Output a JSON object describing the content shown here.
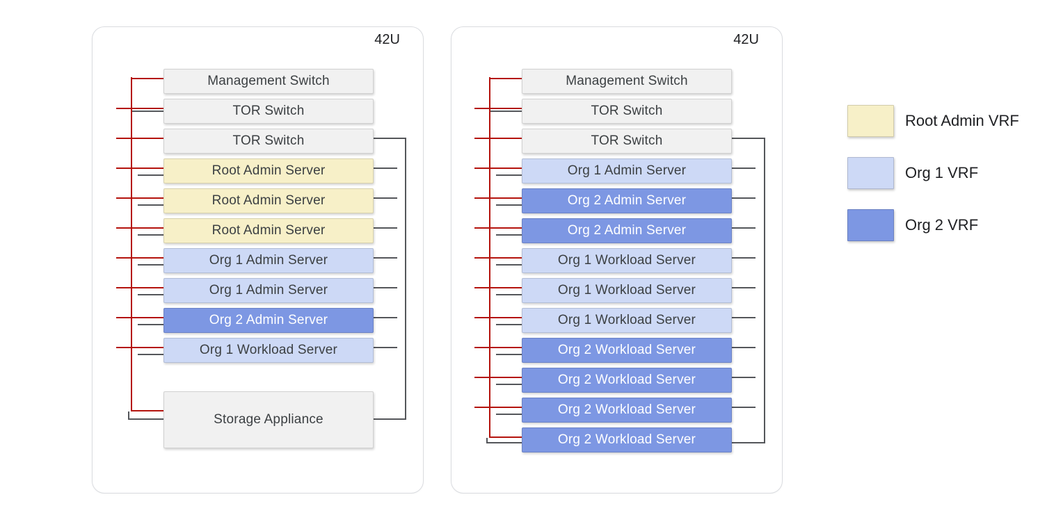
{
  "colors": {
    "root_admin_vrf": "#F7F0C8",
    "org_1_vrf": "#CDD9F6",
    "org_2_vrf": "#7D97E3",
    "device_fill": "#F1F1F1",
    "mgmt_line_red": "#B4130D",
    "data_line_gray": "#54565A",
    "text_dark": "#3C4043",
    "text_light": "#FFFFFF",
    "rack_border": "#DADCE0"
  },
  "legend": {
    "items": [
      {
        "label": "Root Admin VRF",
        "color_key": "root_admin_vrf"
      },
      {
        "label": "Org 1 VRF",
        "color_key": "org_1_vrf"
      },
      {
        "label": "Org 2 VRF",
        "color_key": "org_2_vrf"
      }
    ]
  },
  "racks": [
    {
      "capacity_label": "42U",
      "units": [
        {
          "label": "Management Switch",
          "vrf": "device",
          "conn": {
            "red": "corner-top"
          }
        },
        {
          "label": "TOR Switch",
          "vrf": "device",
          "conn": {
            "red": "cross",
            "grayLeft": "from-trunk"
          }
        },
        {
          "label": "TOR Switch",
          "vrf": "device",
          "conn": {
            "red": "cross",
            "right": "trunk-top"
          }
        },
        {
          "label": "Root Admin Server",
          "vrf": "root_admin",
          "conn": {
            "red": "cross",
            "grayLeft": "stub",
            "right": "stub"
          }
        },
        {
          "label": "Root Admin Server",
          "vrf": "root_admin",
          "conn": {
            "red": "cross",
            "grayLeft": "stub",
            "right": "stub"
          }
        },
        {
          "label": "Root Admin Server",
          "vrf": "root_admin",
          "conn": {
            "red": "cross",
            "grayLeft": "stub",
            "right": "stub"
          }
        },
        {
          "label": "Org 1 Admin Server",
          "vrf": "org1",
          "conn": {
            "red": "cross",
            "grayLeft": "stub",
            "right": "stub"
          }
        },
        {
          "label": "Org 1 Admin Server",
          "vrf": "org1",
          "conn": {
            "red": "cross",
            "grayLeft": "stub",
            "right": "stub"
          }
        },
        {
          "label": "Org 2 Admin Server",
          "vrf": "org2",
          "conn": {
            "red": "cross",
            "grayLeft": "stub",
            "right": "stub"
          }
        },
        {
          "label": "Org 1 Workload Server",
          "vrf": "org1",
          "conn": {
            "red": "cross",
            "grayLeft": "stub",
            "right": "stub"
          }
        },
        {
          "label": "Storage Appliance",
          "vrf": "device",
          "tall": true,
          "conn": {
            "red": "corner-bottom",
            "grayLeft": "elbow",
            "right": "trunk-bottom"
          }
        }
      ]
    },
    {
      "capacity_label": "42U",
      "units": [
        {
          "label": "Management Switch",
          "vrf": "device",
          "conn": {
            "red": "corner-top"
          }
        },
        {
          "label": "TOR Switch",
          "vrf": "device",
          "conn": {
            "red": "cross",
            "grayLeft": "from-trunk"
          }
        },
        {
          "label": "TOR Switch",
          "vrf": "device",
          "conn": {
            "red": "cross",
            "right": "trunk-top"
          }
        },
        {
          "label": "Org 1 Admin Server",
          "vrf": "org1",
          "conn": {
            "red": "cross",
            "grayLeft": "stub",
            "right": "stub"
          }
        },
        {
          "label": "Org 2 Admin Server",
          "vrf": "org2",
          "conn": {
            "red": "cross",
            "grayLeft": "stub",
            "right": "stub"
          }
        },
        {
          "label": "Org 2 Admin Server",
          "vrf": "org2",
          "conn": {
            "red": "cross",
            "grayLeft": "stub",
            "right": "stub"
          }
        },
        {
          "label": "Org 1 Workload Server",
          "vrf": "org1",
          "conn": {
            "red": "cross",
            "grayLeft": "stub",
            "right": "stub"
          }
        },
        {
          "label": "Org 1 Workload Server",
          "vrf": "org1",
          "conn": {
            "red": "cross",
            "grayLeft": "stub",
            "right": "stub"
          }
        },
        {
          "label": "Org 1 Workload Server",
          "vrf": "org1",
          "conn": {
            "red": "cross",
            "grayLeft": "stub",
            "right": "stub"
          }
        },
        {
          "label": "Org 2 Workload Server",
          "vrf": "org2",
          "conn": {
            "red": "cross",
            "grayLeft": "stub",
            "right": "stub"
          }
        },
        {
          "label": "Org 2 Workload Server",
          "vrf": "org2",
          "conn": {
            "red": "cross",
            "grayLeft": "stub",
            "right": "stub"
          }
        },
        {
          "label": "Org 2 Workload Server",
          "vrf": "org2",
          "conn": {
            "red": "cross",
            "grayLeft": "stub",
            "right": "stub"
          }
        },
        {
          "label": "Org 2 Workload Server",
          "vrf": "org2",
          "conn": {
            "red": "corner-bottom",
            "grayLeft": "elbow-under",
            "right": "trunk-bottom-under"
          }
        }
      ]
    }
  ]
}
